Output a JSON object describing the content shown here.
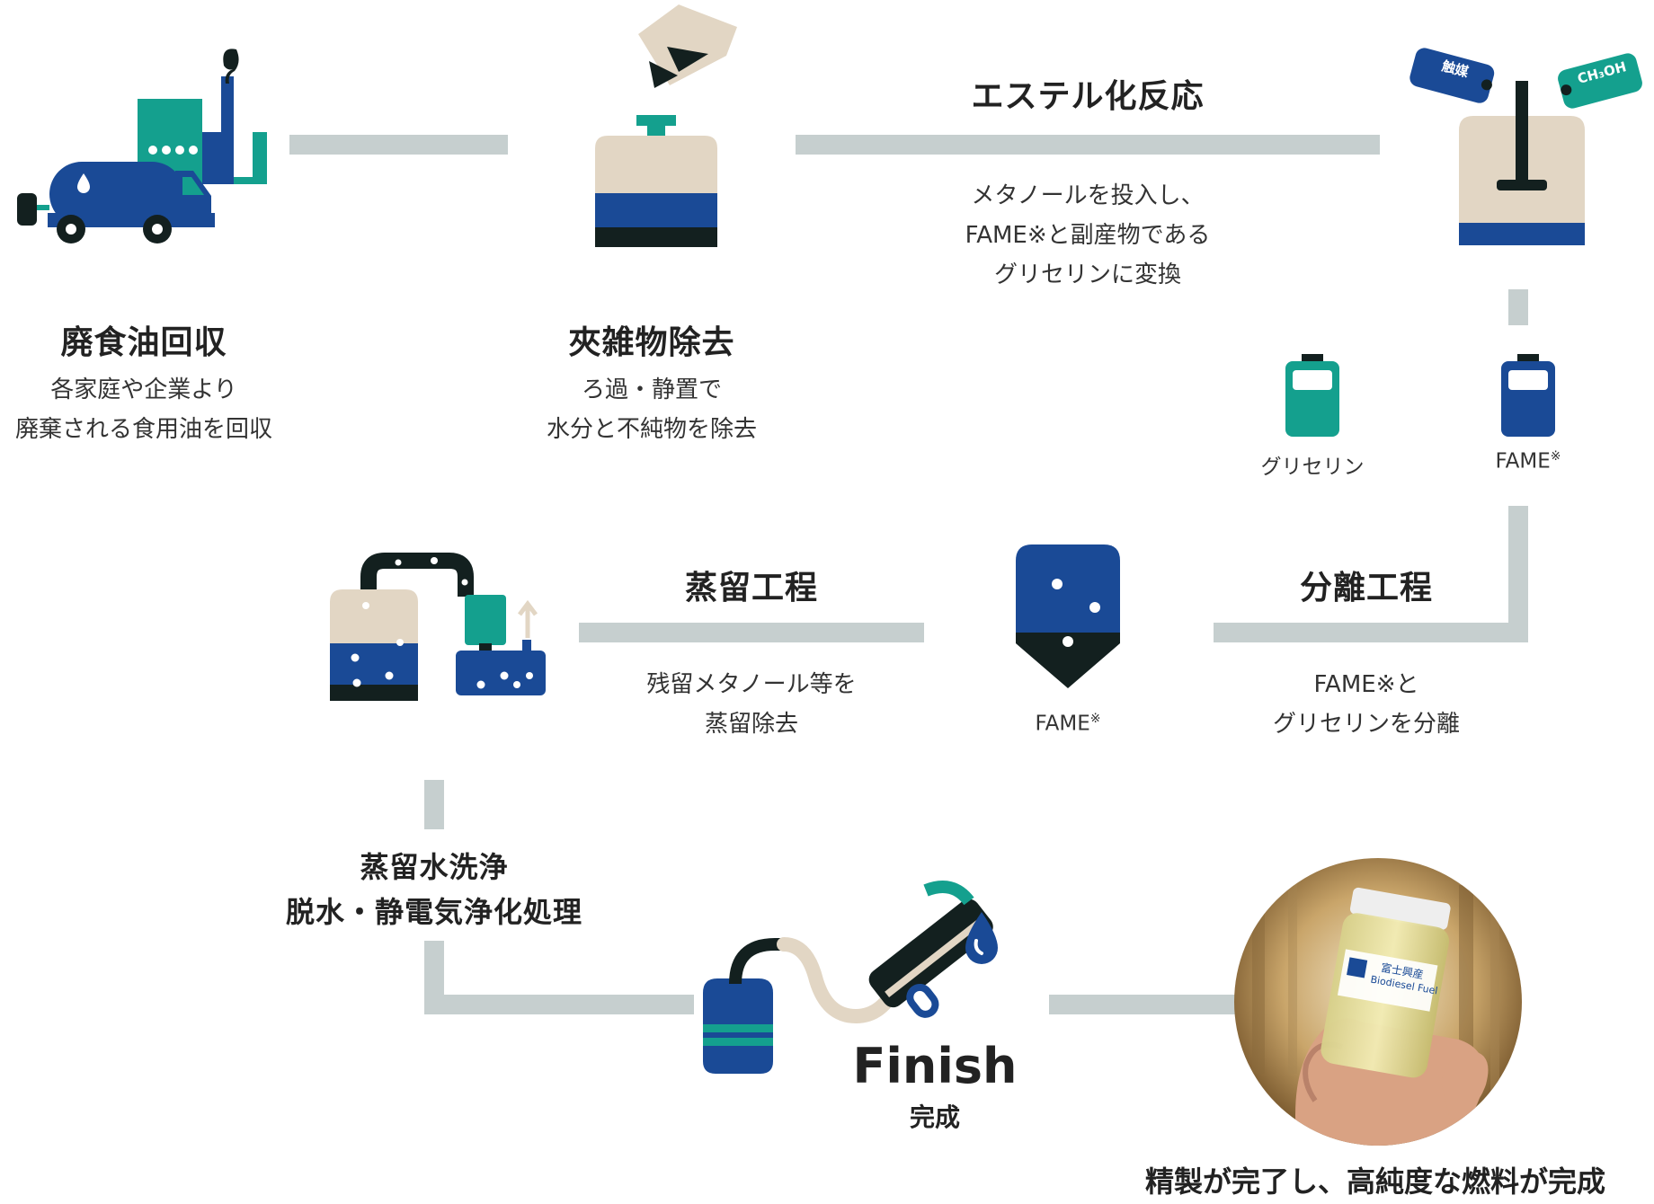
{
  "steps": {
    "collection": {
      "title": "廃食油回収",
      "lines": [
        "各家庭や企業より",
        "廃棄される食用油を回収"
      ]
    },
    "impurity": {
      "title": "夾雑物除去",
      "lines": [
        "ろ過・静置で",
        "水分と不純物を除去"
      ]
    },
    "ester": {
      "title": "エステル化反応",
      "lines": [
        "メタノールを投入し、",
        "FAME※と副産物である",
        "グリセリンに変換"
      ]
    },
    "separation": {
      "title": "分離工程",
      "lines": [
        "FAME※と",
        "グリセリンを分離"
      ]
    },
    "distill": {
      "title": "蒸留工程",
      "lines": [
        "残留メタノール等を",
        "蒸留除去"
      ]
    },
    "wash": {
      "title_lines": [
        "蒸留水洗浄",
        "脱水・静電気浄化処理"
      ]
    },
    "finish": {
      "title": "Finish",
      "subtitle": "完成"
    },
    "complete": {
      "caption": "精製が完了し、高純度な燃料が完成"
    }
  },
  "labels": {
    "catalyst": "触媒",
    "methanol": "CH₃OH",
    "glycerin": "グリセリン",
    "fame_top": "FAME",
    "fame_mid": "FAME",
    "fame_mark": "※"
  },
  "bottle": {
    "brand": "富士興産",
    "product": "Biodiesel Fuel"
  },
  "colors": {
    "navy": "#1a4a96",
    "teal": "#14a08e",
    "beige": "#e2d6c4",
    "dark": "#13201f",
    "connector": "#c6cfcf"
  }
}
